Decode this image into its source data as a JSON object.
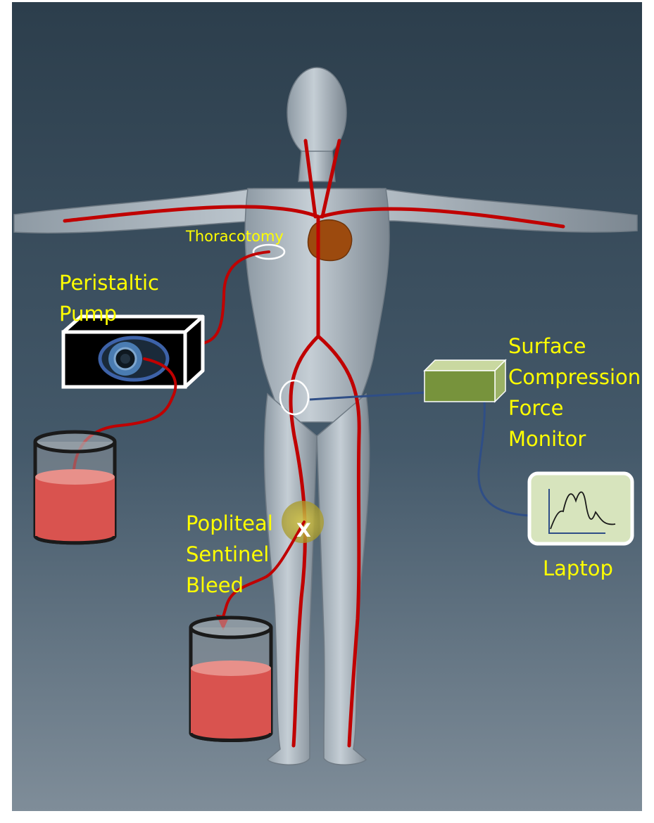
{
  "labels": {
    "thoracotomy": "Thoracotomy",
    "pump": [
      "Peristaltic",
      "Pump"
    ],
    "monitor": [
      "Surface",
      "Compression",
      "Force",
      "Monitor"
    ],
    "laptop": "Laptop",
    "bleed": [
      "Popliteal",
      "Sentinel",
      "Bleed"
    ],
    "bleed_marker": "X"
  },
  "icons": {
    "pump": "peristaltic-pump-icon",
    "reservoir": "fluid-reservoir-icon",
    "collection": "blood-collection-container-icon",
    "monitor": "force-monitor-box-icon",
    "laptop": "laptop-graph-icon",
    "heart": "heart-icon"
  },
  "colors": {
    "vessel": "#c00000",
    "label": "#ffff00",
    "monitor_box": "#77933c",
    "laptop_screen": "#d7e4bd",
    "fluid": "#d9534f",
    "heart": "#9c4a0e",
    "cable": "#2f4e86"
  }
}
